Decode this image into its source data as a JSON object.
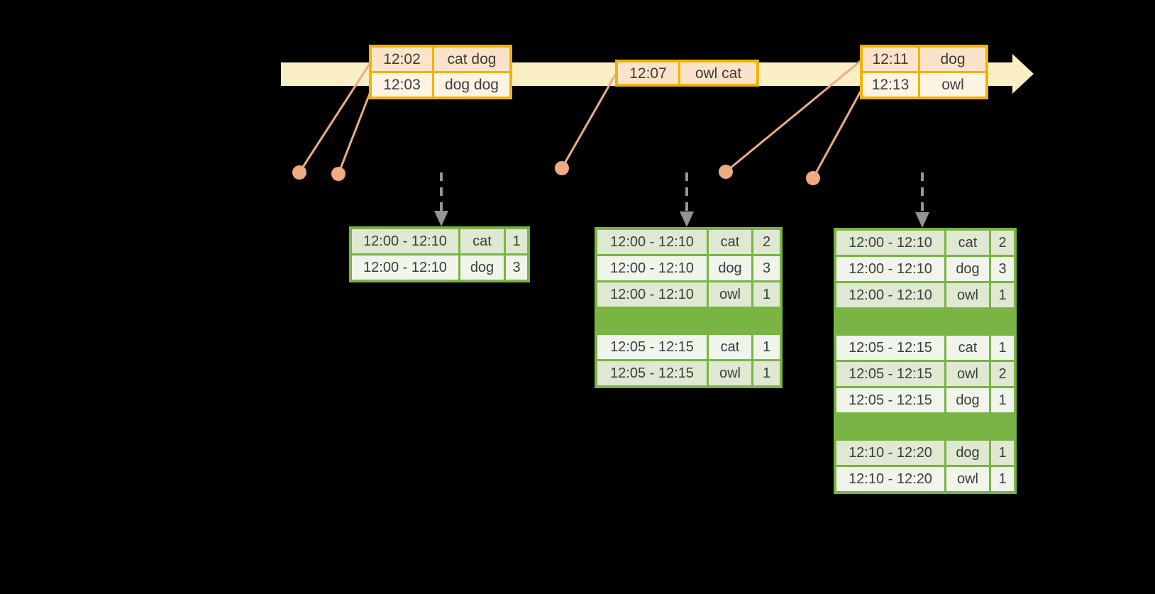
{
  "event_stream": {
    "batches": [
      {
        "events": [
          {
            "time": "12:02",
            "words": "cat dog"
          },
          {
            "time": "12:03",
            "words": "dog dog"
          }
        ]
      },
      {
        "events": [
          {
            "time": "12:07",
            "words": "owl cat"
          }
        ]
      },
      {
        "events": [
          {
            "time": "12:11",
            "words": "dog"
          },
          {
            "time": "12:13",
            "words": "owl"
          }
        ]
      }
    ]
  },
  "result_tables": [
    {
      "rows": [
        {
          "window": "12:00 - 12:10",
          "word": "cat",
          "count": "1"
        },
        {
          "window": "12:00 - 12:10",
          "word": "dog",
          "count": "3"
        }
      ]
    },
    {
      "rows": [
        {
          "window": "12:00 - 12:10",
          "word": "cat",
          "count": "2"
        },
        {
          "window": "12:00 - 12:10",
          "word": "dog",
          "count": "3"
        },
        {
          "window": "12:00 - 12:10",
          "word": "owl",
          "count": "1"
        },
        {
          "window": "12:05 - 12:15",
          "word": "cat",
          "count": "1"
        },
        {
          "window": "12:05 - 12:15",
          "word": "owl",
          "count": "1"
        }
      ]
    },
    {
      "rows": [
        {
          "window": "12:00 - 12:10",
          "word": "cat",
          "count": "2"
        },
        {
          "window": "12:00 - 12:10",
          "word": "dog",
          "count": "3"
        },
        {
          "window": "12:00 - 12:10",
          "word": "owl",
          "count": "1"
        },
        {
          "window": "12:05 - 12:15",
          "word": "cat",
          "count": "1"
        },
        {
          "window": "12:05 - 12:15",
          "word": "owl",
          "count": "2"
        },
        {
          "window": "12:05 - 12:15",
          "word": "dog",
          "count": "1"
        },
        {
          "window": "12:10 - 12:20",
          "word": "dog",
          "count": "1"
        },
        {
          "window": "12:10 - 12:20",
          "word": "owl",
          "count": "1"
        }
      ]
    },
    {
      "note": "thick green separators group rows by window"
    }
  ],
  "colors": {
    "background": "#000000",
    "timeline_fill": "#faeec5",
    "event_table_border": "#f0b400",
    "event_row_peach": "#fae3c9",
    "event_row_cream": "#fdf3e3",
    "leader_salmon": "#efac82",
    "result_table_border": "#79b444",
    "result_row_dark": "#dfe9d2",
    "result_row_light": "#f0f4eb",
    "trigger_arrow_gray": "#949494",
    "text": "#3d3d3d"
  }
}
